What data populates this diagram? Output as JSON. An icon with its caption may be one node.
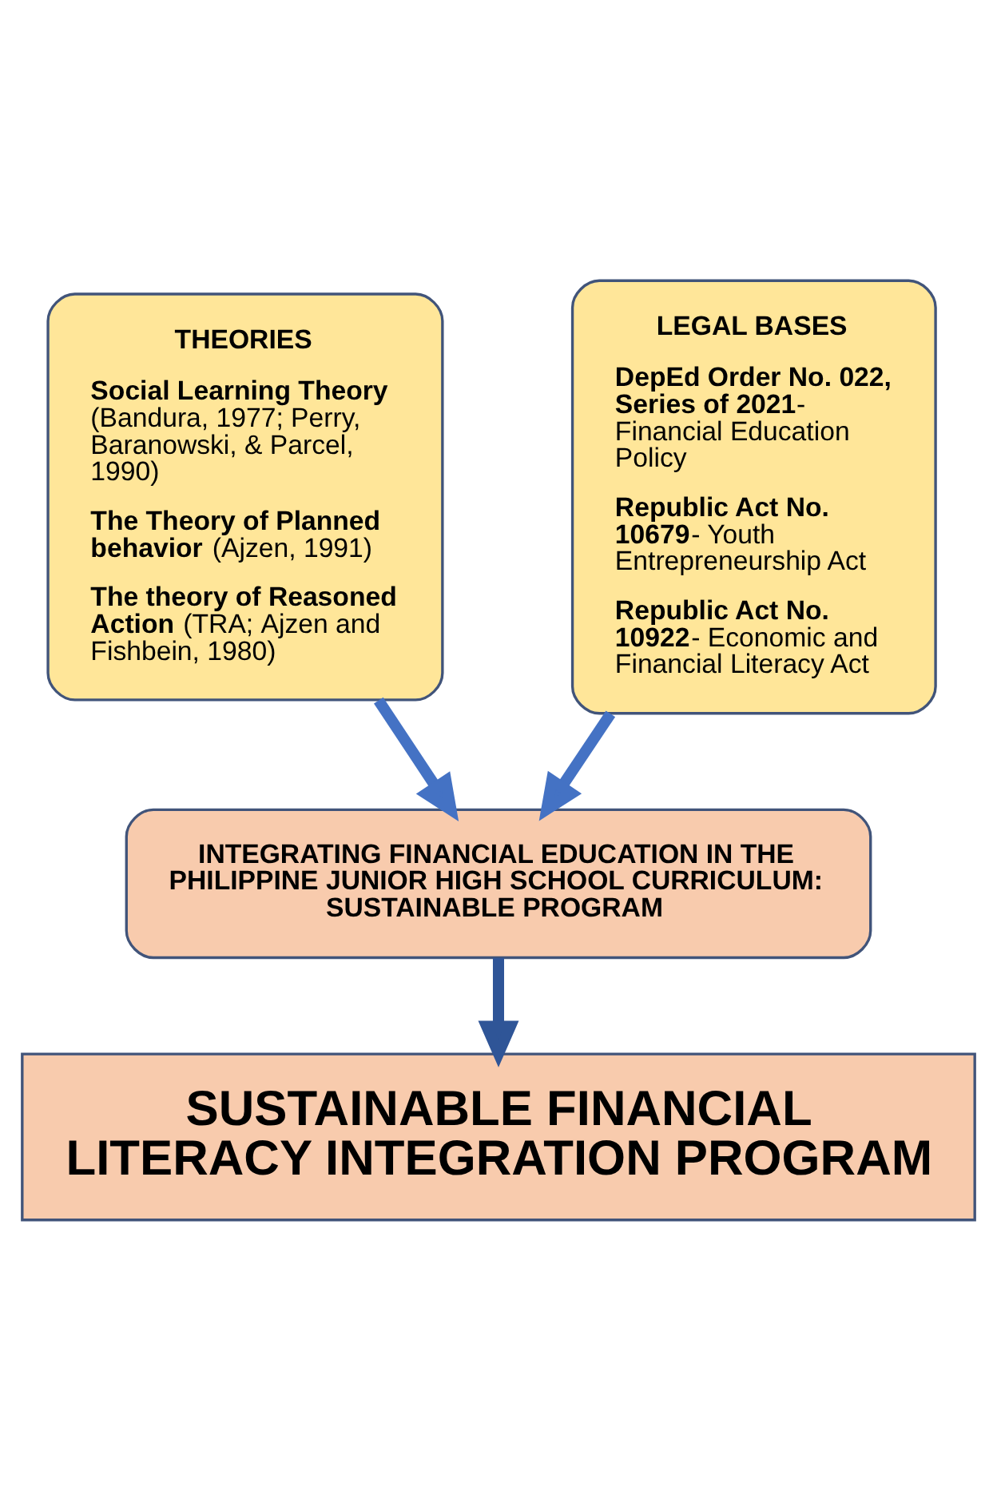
{
  "diagram": {
    "nodes": [
      {
        "text": [
          "THEORIES",
          "**Social Learning Theory** (Bandura, 1977; Perry, Baranowski, & Parcel, 1990)",
          "**The Theory of Planned behavior** (Ajzen, 1991)",
          "**The theory of Reasoned Action** (TRA; Ajzen and Fishbein, 1980)"
        ]
      },
      {
        "text": [
          "LEGAL BASES",
          "**DepEd Order No. 022, Series of 2021**- Financial Education Policy",
          "**Republic Act No. 10679**- Youth Entrepreneurship Act",
          "**Republic Act No. 10922**- Economic and Financial Literacy Act"
        ]
      },
      {
        "text": [
          "INTEGRATING FINANCIAL EDUCATION IN THE PHILIPPINE JUNIOR HIGH SCHOOL CURRICULUM: SUSTAINABLE PROGRAM"
        ]
      },
      {
        "text": [
          "SUSTAINABLE FINANCIAL LITERACY INTEGRATION PROGRAM"
        ]
      }
    ],
    "edges": [
      {
        "from": 0,
        "to": 2,
        "arrow": "to"
      },
      {
        "from": 1,
        "to": 2,
        "arrow": "to"
      },
      {
        "from": 2,
        "to": 3,
        "arrow": "to",
        "color": "#2f5597"
      }
    ]
  }
}
